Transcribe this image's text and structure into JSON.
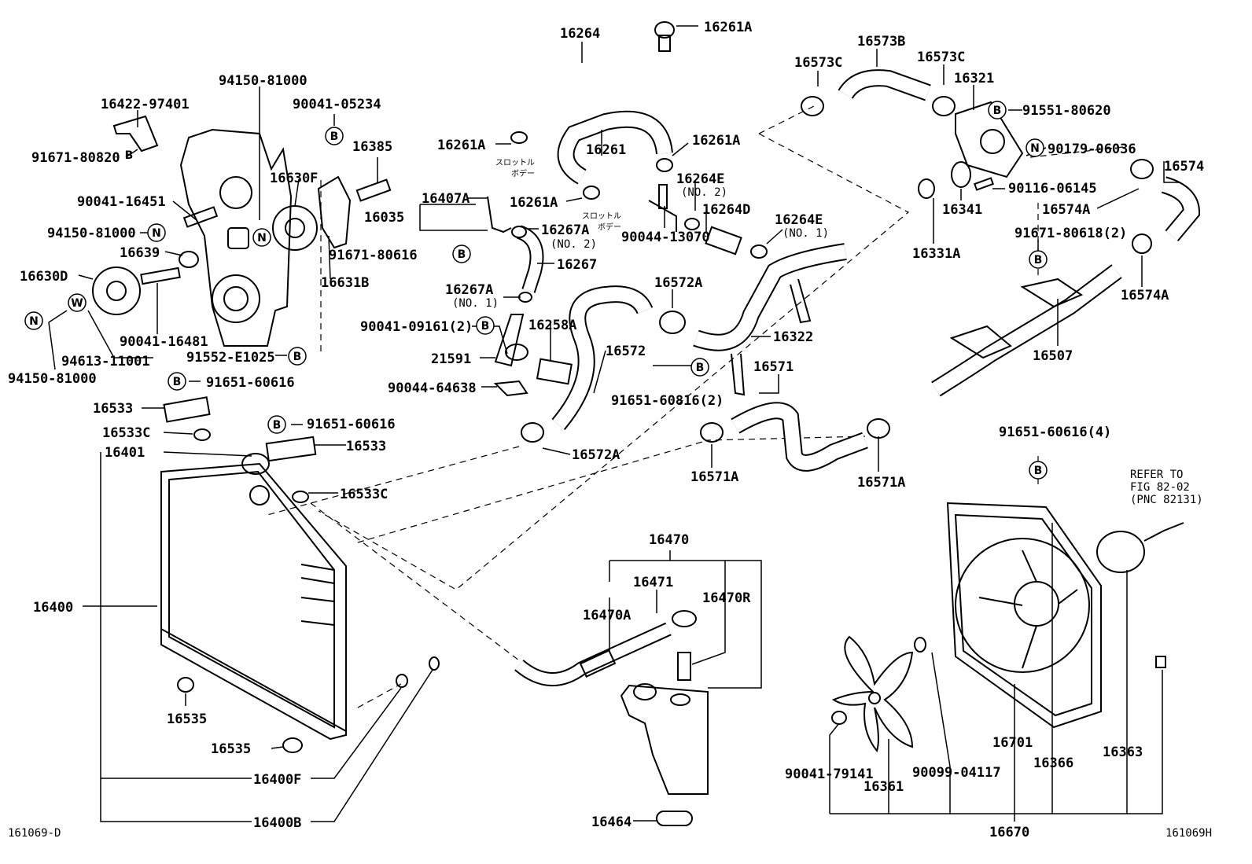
{
  "labels": {
    "p16264": "16264",
    "p16261A_top": "16261A",
    "p16261A_l": "16261A",
    "p16261": "16261",
    "p16261A_r": "16261A",
    "p16261A_m": "16261A",
    "p16264E_2": "16264E",
    "no2_a": "(NO. 2)",
    "p16264D": "16264D",
    "p16264E_1": "16264E",
    "no1_a": "(NO. 1)",
    "p90044_13070": "90044-13070",
    "p16407A": "16407A",
    "p16035": "16035",
    "p16267A_2": "16267A",
    "no2_b": "(NO. 2)",
    "p16267": "16267",
    "p91671_80616": "91671-80616",
    "p16267A_1": "16267A",
    "no1_b": "(NO. 1)",
    "p90041_09161": "90041-09161(2)",
    "p16258A": "16258A",
    "p21591": "21591",
    "p90044_64638": "90044-64638",
    "p16572": "16572",
    "p16572A_top": "16572A",
    "p16572A_bot": "16572A",
    "p16322": "16322",
    "p16571": "16571",
    "p91651_60816": "91651-60816(2)",
    "p16571A_l": "16571A",
    "p16571A_r": "16571A",
    "p94150_81000_top": "94150-81000",
    "p16422_97401": "16422-97401",
    "p90041_05234": "90041-05234",
    "p91671_80820": "91671-80820",
    "p16385": "16385",
    "p16630F": "16630F",
    "p90041_16451": "90041-16451",
    "p94150_81000_mid": "94150-81000",
    "p16639": "16639",
    "p16630D": "16630D",
    "p16631B": "16631B",
    "p90041_16481": "90041-16481",
    "p94613_11001": "94613-11001",
    "p91552_E1025": "91552-E1025",
    "p94150_81000_bot": "94150-81000",
    "p91651_60616_a": "91651-60616",
    "p16533_l": "16533",
    "p16533C_l": "16533C",
    "p91651_60616_b": "91651-60616",
    "p16401": "16401",
    "p16533_r": "16533",
    "p16533C_r": "16533C",
    "p16400": "16400",
    "p16535_a": "16535",
    "p16535_b": "16535",
    "p16400F": "16400F",
    "p16400B": "16400B",
    "code_left": "161069-D",
    "p16470": "16470",
    "p16471": "16471",
    "p16470R": "16470R",
    "p16470A": "16470A",
    "p16464": "16464",
    "p16573B": "16573B",
    "p16573C_l": "16573C",
    "p16573C_r": "16573C",
    "p16321": "16321",
    "p91551_80620": "91551-80620",
    "p90179_06036": "90179-06036",
    "p16574": "16574",
    "p90116_06145": "90116-06145",
    "p16341": "16341",
    "p16574A_top": "16574A",
    "p91671_80618": "91671-80618(2)",
    "p16331A": "16331A",
    "p16574A_bot": "16574A",
    "p16507": "16507",
    "p91651_60616_4": "91651-60616(4)",
    "refer1": "REFER TO",
    "refer2": "FIG 82-02",
    "refer3": "(PNC 82131)",
    "p16701": "16701",
    "p16366": "16366",
    "p16363": "16363",
    "p90041_79141": "90041-79141",
    "p90099_04117": "90099-04117",
    "p16361": "16361",
    "p16670": "16670",
    "code_right": "161069H",
    "throttle_body": "スロットル",
    "throttle_body2": "ボデー"
  },
  "markers": {
    "b": "B",
    "n": "N",
    "w": "W",
    "b_sup": "B"
  }
}
